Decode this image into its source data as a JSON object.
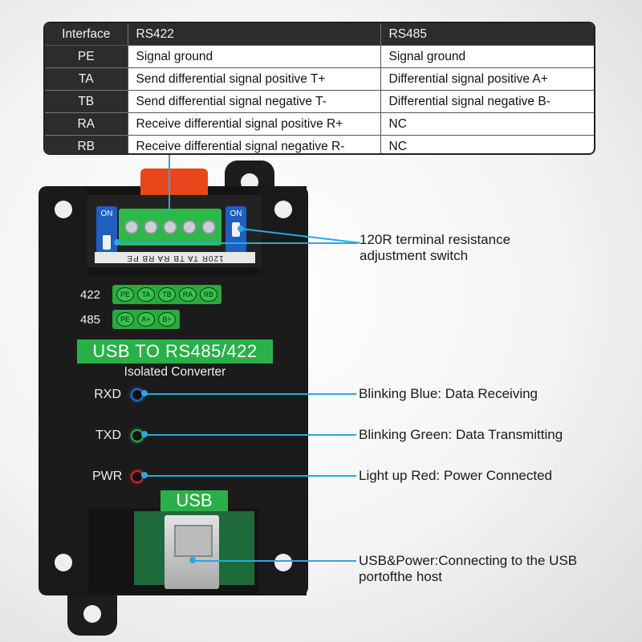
{
  "table": {
    "headers": [
      "Interface",
      "RS422",
      "RS485"
    ],
    "rows": [
      [
        "PE",
        "Signal ground",
        "Signal ground"
      ],
      [
        "TA",
        "Send differential signal positive T+",
        "Differential signal positive A+"
      ],
      [
        "TB",
        "Send differential signal negative T-",
        "Differential signal negative B-"
      ],
      [
        "RA",
        "Receive differential signal positive R+",
        "NC"
      ],
      [
        "RB",
        "Receive differential signal negative R-",
        "NC"
      ]
    ]
  },
  "device": {
    "dip_left_label": "ON",
    "dip_right_label": "ON",
    "pin_strip": "120R TA TB RA RB PE",
    "row422_label": "422",
    "row422_pins": [
      "PE",
      "TA",
      "TB",
      "RA",
      "RB"
    ],
    "row485_label": "485",
    "row485_pins": [
      "PE",
      "A+",
      "B+"
    ],
    "title": "USB TO RS485/422",
    "subtitle": "Isolated Converter",
    "leds": [
      {
        "label": "RXD",
        "color": "#1f6fd6"
      },
      {
        "label": "TXD",
        "color": "#2ea84a"
      },
      {
        "label": "PWR",
        "color": "#c4262a"
      }
    ],
    "usb_label": "USB"
  },
  "callouts": {
    "terminal_resistance": "120R terminal resistance adjustment switch",
    "rxd": "Blinking Blue: Data Receiving",
    "txd": "Blinking Green: Data Transmitting",
    "pwr": "Light up Red: Power Connected",
    "usb": "USB&Power:Connecting to the USB portofthe host"
  },
  "accent_color": "#29a9e1"
}
